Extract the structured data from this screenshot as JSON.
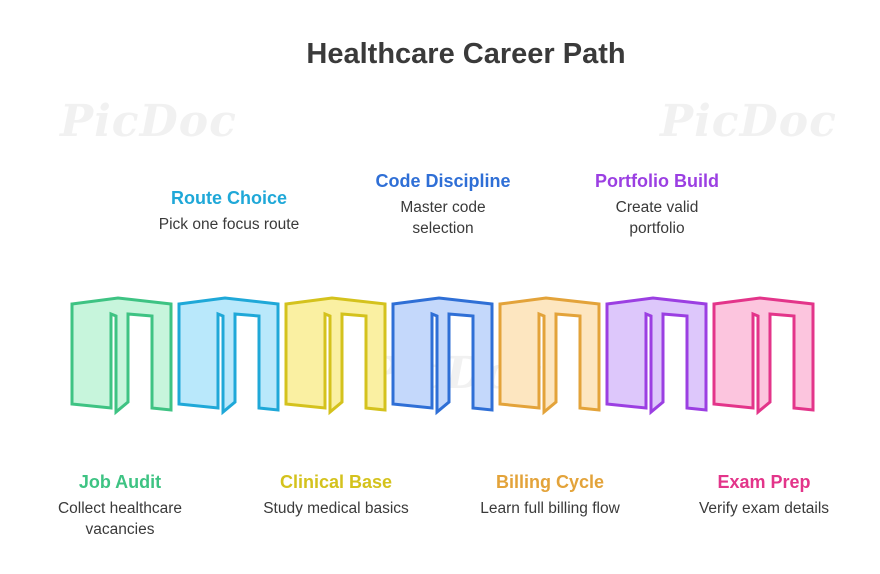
{
  "title": "Healthcare Career Path",
  "watermark": "PicDoc",
  "steps": [
    {
      "title": "Job Audit",
      "desc": "Collect healthcare vacancies",
      "color": "#3ec383",
      "fill": "#c7f5dc"
    },
    {
      "title": "Route Choice",
      "desc": "Pick one focus route",
      "color": "#1fa8d8",
      "fill": "#b9e8fb"
    },
    {
      "title": "Clinical Base",
      "desc": "Study medical basics",
      "color": "#d4c21d",
      "fill": "#faf0a2"
    },
    {
      "title": "Code Discipline",
      "desc": "Master code selection",
      "color": "#2f6fd6",
      "fill": "#c4d8fb"
    },
    {
      "title": "Billing Cycle",
      "desc": "Learn full billing flow",
      "color": "#e3a33a",
      "fill": "#fde6c0"
    },
    {
      "title": "Portfolio Build",
      "desc": "Create valid portfolio",
      "color": "#9b3fe2",
      "fill": "#ddc7fb"
    },
    {
      "title": "Exam Prep",
      "desc": "Verify exam details",
      "color": "#e3358a",
      "fill": "#fcc5de"
    }
  ]
}
